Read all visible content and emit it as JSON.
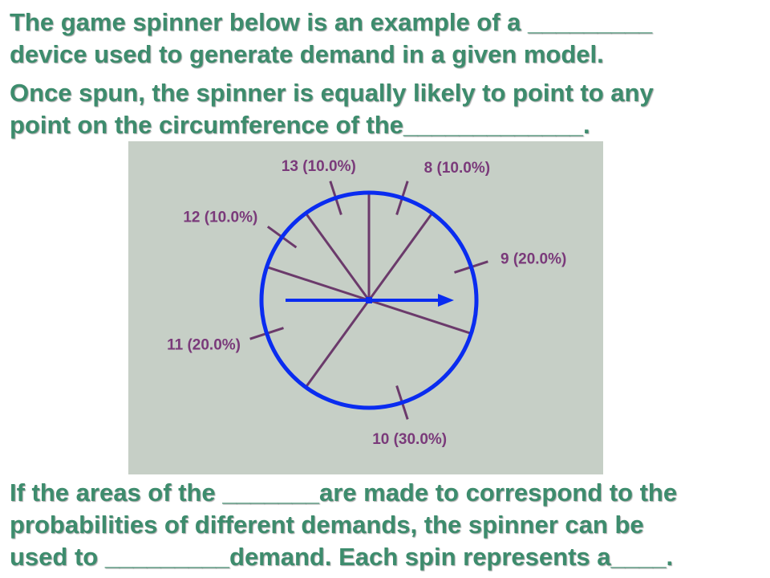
{
  "intro": {
    "line1": "The game spinner below is an example of a _________",
    "line2": "device used to generate demand in a given model.",
    "line3": "Once spun, the spinner is equally likely to point to any",
    "line4": "point on the circumference of the_____________."
  },
  "outro": {
    "line1": "If the areas of the _______are made to correspond to the",
    "line2": "probabilities of different demands, the spinner can be",
    "line3": "used to _________demand.  Each spin represents a____."
  },
  "colors": {
    "text": "#3d8c6d",
    "panel": "#c6cfc6",
    "circle": "#0a2cf0",
    "divider": "#6b3a6b",
    "label": "#7a3a7a"
  },
  "spinner": {
    "segments": [
      {
        "demand": 8,
        "percent": 10.0,
        "label": "8 (10.0%)"
      },
      {
        "demand": 9,
        "percent": 20.0,
        "label": "9 (20.0%)"
      },
      {
        "demand": 10,
        "percent": 30.0,
        "label": "10 (30.0%)"
      },
      {
        "demand": 11,
        "percent": 20.0,
        "label": "11 (20.0%)"
      },
      {
        "demand": 12,
        "percent": 10.0,
        "label": "12 (10.0%)"
      },
      {
        "demand": 13,
        "percent": 10.0,
        "label": "13 (10.0%)"
      }
    ],
    "pointer": "arrow-right"
  }
}
